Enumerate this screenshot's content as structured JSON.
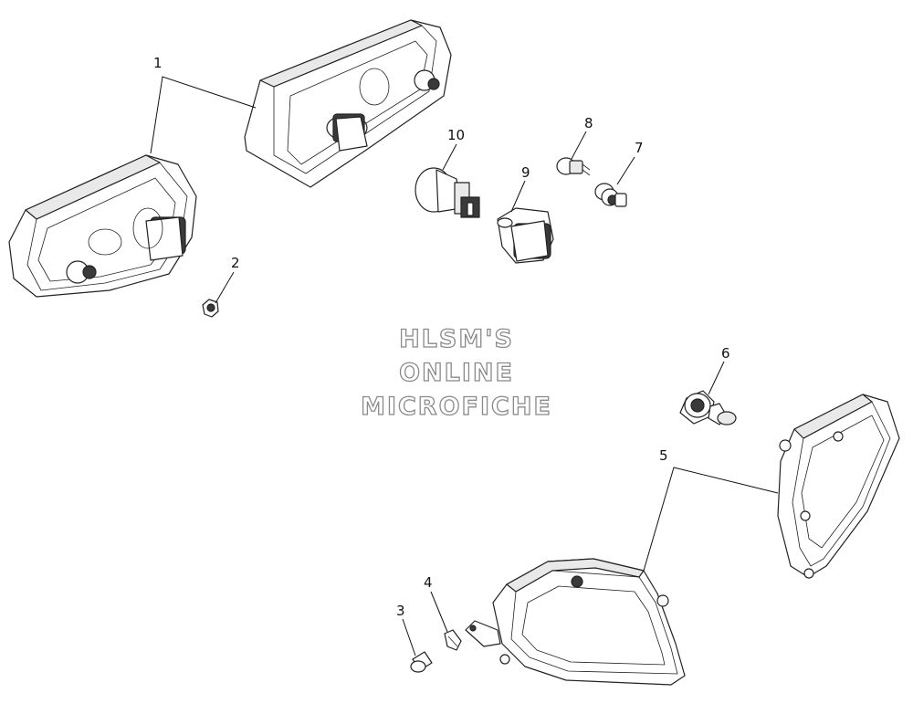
{
  "diagram": {
    "watermark": [
      "HLSM'S",
      "ONLINE",
      "MICROFICHE"
    ],
    "callouts": [
      "1",
      "2",
      "3",
      "4",
      "5",
      "6",
      "7",
      "8",
      "9",
      "10"
    ]
  }
}
